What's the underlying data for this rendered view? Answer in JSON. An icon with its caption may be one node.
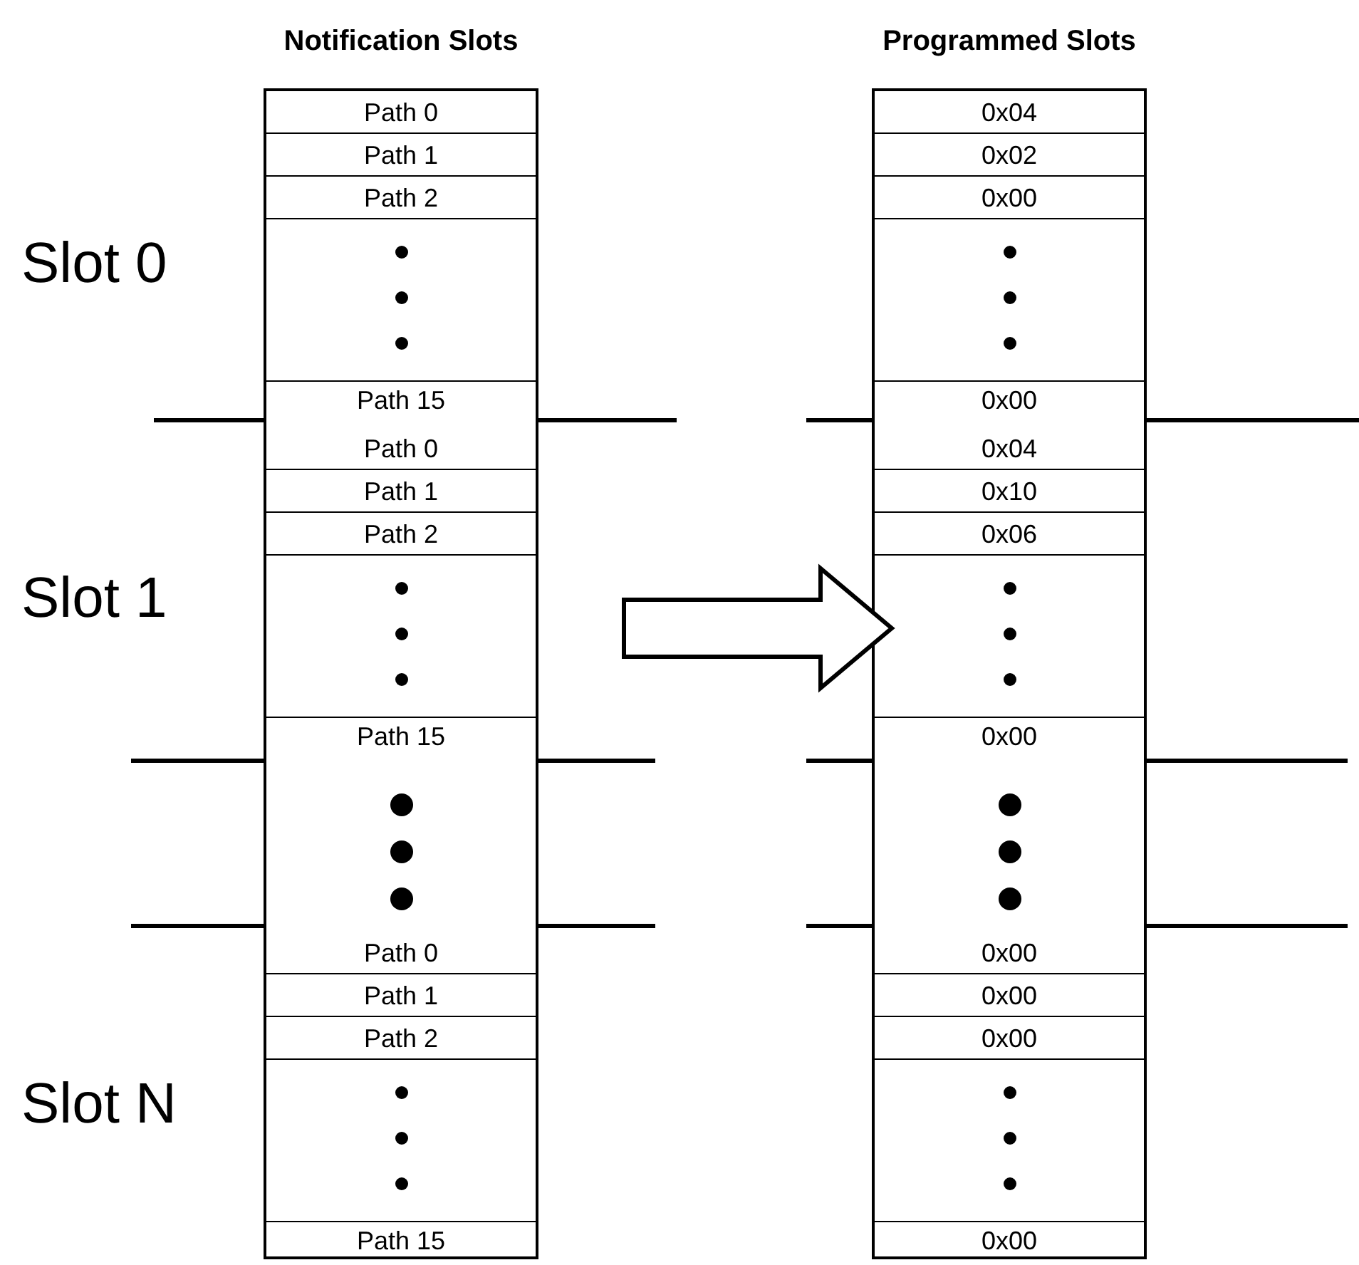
{
  "diagram": {
    "nodes": [
      {
        "text": [
          "Notification Slots"
        ]
      },
      {
        "text": [
          "Path 0"
        ],
        "in": 0
      },
      {
        "text": [
          "Path 1"
        ],
        "in": 0
      },
      {
        "text": [
          "Path 2"
        ],
        "in": 0
      },
      {
        "text": [],
        "shape": "box",
        "in": 0
      },
      {
        "text": [
          "Path 15"
        ],
        "in": 0
      },
      {
        "text": [
          "Path 0"
        ],
        "in": 0
      },
      {
        "text": [
          "Path 1"
        ],
        "in": 0
      },
      {
        "text": [
          "Path 2"
        ],
        "in": 0
      },
      {
        "text": [],
        "shape": "box",
        "in": 0
      },
      {
        "text": [
          "Path 15"
        ],
        "in": 0
      },
      {
        "text": [
          "Path 0"
        ],
        "in": 0
      },
      {
        "text": [
          "Path 1"
        ],
        "in": 0
      },
      {
        "text": [
          "Path 2"
        ],
        "in": 0
      },
      {
        "text": [],
        "shape": "box",
        "in": 0
      },
      {
        "text": [
          "Path 15"
        ],
        "in": 0
      },
      {
        "text": [
          "Programmed Slots"
        ]
      },
      {
        "text": [
          "0x04"
        ],
        "in": 16
      },
      {
        "text": [
          "0x02"
        ],
        "in": 16
      },
      {
        "text": [
          "0x00"
        ],
        "in": 16
      },
      {
        "text": [],
        "shape": "box",
        "in": 16
      },
      {
        "text": [
          "0x00"
        ],
        "in": 16
      },
      {
        "text": [
          "0x04"
        ],
        "in": 16
      },
      {
        "text": [
          "0x10"
        ],
        "in": 16
      },
      {
        "text": [
          "0x06"
        ],
        "in": 16
      },
      {
        "text": [],
        "shape": "box",
        "in": 16
      },
      {
        "text": [
          "0x00"
        ],
        "in": 16
      },
      {
        "text": [
          "0x00"
        ],
        "in": 16
      },
      {
        "text": [
          "0x00"
        ],
        "in": 16
      },
      {
        "text": [
          "0x00"
        ],
        "in": 16
      },
      {
        "text": [],
        "shape": "box",
        "in": 16
      },
      {
        "text": [
          "0x00"
        ],
        "in": 16
      }
    ],
    "edges": [
      {
        "from": 0,
        "to": 16,
        "arrow": "to"
      }
    ],
    "labels": [
      "Slot 0",
      "Slot 1",
      "Slot N"
    ]
  }
}
